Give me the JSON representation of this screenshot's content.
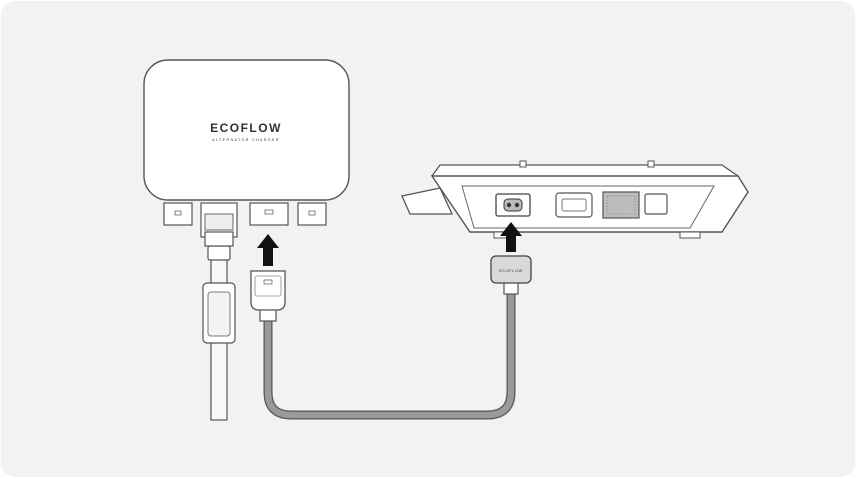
{
  "charger": {
    "brand": "ECOFLOW",
    "subtitle": "ALTERNATOR CHARGER"
  },
  "station": {
    "cable_plug_label": "ECOFLOW"
  },
  "colors": {
    "background": "#f2f2f2",
    "device_fill": "#ffffff",
    "outline": "#555555",
    "cable": "#9a9a9a",
    "arrow": "#111111"
  },
  "icons": [
    "arrow-up-icon",
    "arrow-up-icon"
  ]
}
